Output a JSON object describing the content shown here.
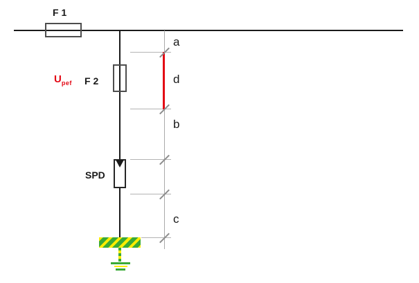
{
  "diagram": {
    "type_note": "surge-protection single-line schematic",
    "labels": {
      "f1": "F 1",
      "f2": "F 2",
      "spd": "SPD",
      "u_main": "U",
      "u_sub": "pef",
      "dim_a": "a",
      "dim_d": "d",
      "dim_b": "b",
      "dim_c": "c"
    },
    "icons": {
      "fuse_f1": "fuse-symbol-horizontal",
      "fuse_f2": "fuse-symbol-vertical",
      "spd": "spd-arrow-symbol",
      "pe_busbar": "green-yellow-striped-busbar",
      "earth": "earth-ground-symbol"
    },
    "colors": {
      "conductor": "#1a1a1a",
      "component_border": "#4d4d4d",
      "dimension_line": "#a9a9a9",
      "tick": "#8c8c8c",
      "highlight_red": "#e30613",
      "pe_green": "#3aaa35",
      "pe_yellow": "#ffed00",
      "background": "#ffffff"
    }
  }
}
